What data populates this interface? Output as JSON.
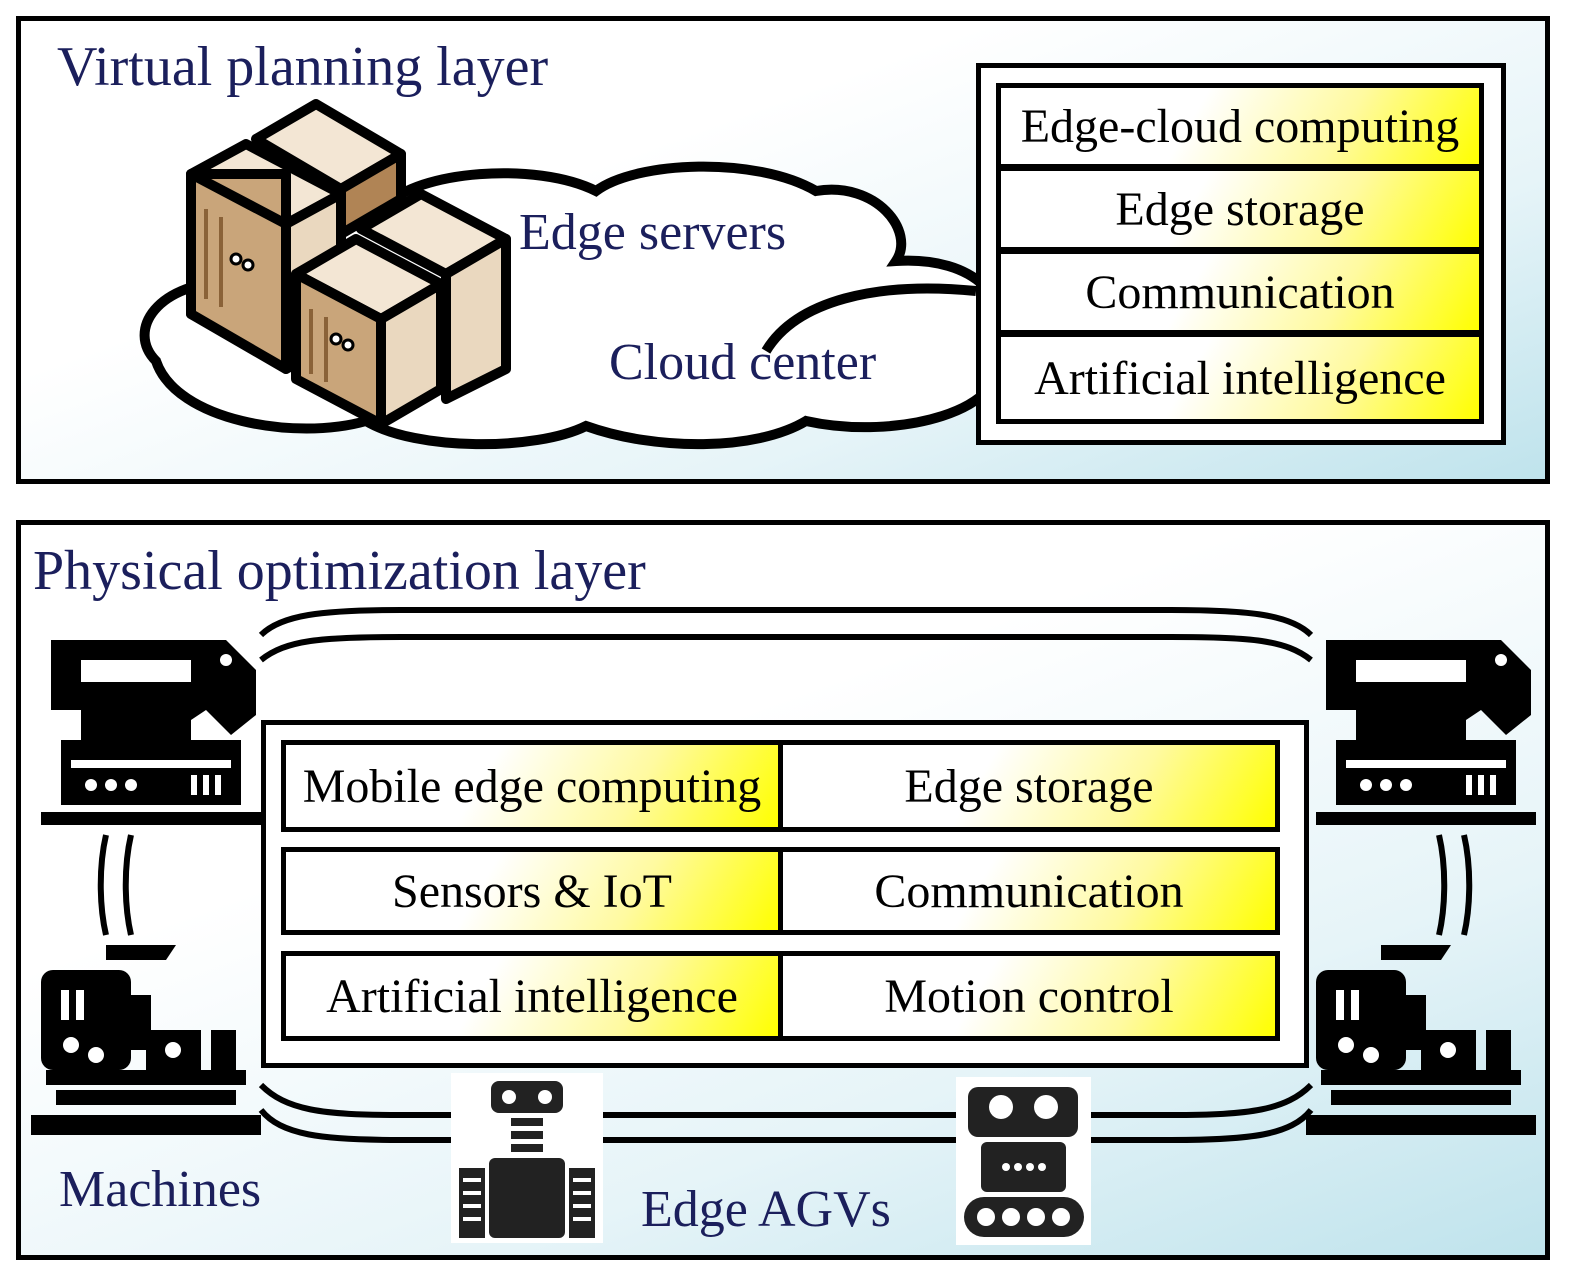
{
  "virtual_layer": {
    "title": "Virtual planning layer",
    "edge_servers_label": "Edge servers",
    "cloud_center_label": "Cloud center",
    "features": [
      "Edge-cloud computing",
      "Edge storage",
      "Communication",
      "Artificial intelligence"
    ]
  },
  "physical_layer": {
    "title": "Physical optimization layer",
    "features": [
      [
        "Mobile edge computing",
        "Edge storage"
      ],
      [
        "Sensors & IoT",
        "Communication"
      ],
      [
        "Artificial intelligence",
        "Motion control"
      ]
    ],
    "machines_label": "Machines",
    "agvs_label": "Edge AGVs"
  },
  "colors": {
    "label_blue": "#1b1f5c",
    "cell_yellow": "#ffff00",
    "layer_gradient_end": "#bfe3ec",
    "server_tan": "#c9a57a"
  },
  "icons": [
    "server-rack-icon",
    "cloud-icon",
    "machine-press-icon",
    "lathe-machine-icon",
    "agv-robot-icon"
  ]
}
